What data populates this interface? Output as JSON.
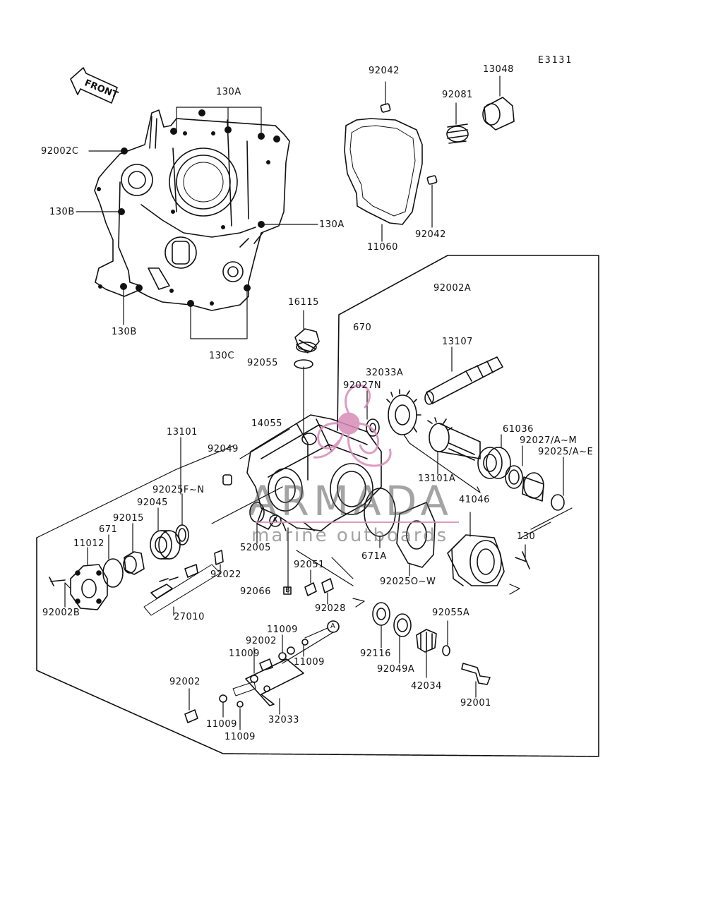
{
  "diagram": {
    "code": "E3131",
    "front_label": "FRONT",
    "callout_a": "A",
    "callout_b": "B"
  },
  "watermark": {
    "brand": "ARMADA",
    "tagline": "marine outboards"
  },
  "parts": {
    "p130A_top": "130A",
    "p92002C": "92002C",
    "p130B_left": "130B",
    "p130A_right": "130A",
    "p130B_bottom": "130B",
    "p130C": "130C",
    "p92042_top": "92042",
    "p92081": "92081",
    "p13048": "13048",
    "p92042_bottom": "92042",
    "p11060": "11060",
    "p16115": "16115",
    "p92055": "92055",
    "p92002A": "92002A",
    "p670": "670",
    "p13107": "13107",
    "p32033A": "32033A",
    "p92027N": "92027N",
    "p13101": "13101",
    "p14055": "14055",
    "p92049": "92049",
    "p61036": "61036",
    "p92027AM": "92027/A~M",
    "p92025AE": "92025/A~E",
    "p13101A": "13101A",
    "p92025FN": "92025F~N",
    "p92045": "92045",
    "p41046": "41046",
    "p92015": "92015",
    "p671": "671",
    "p11012": "11012",
    "p130": "130",
    "p52005": "52005",
    "p671A": "671A",
    "p92051": "92051",
    "p92022": "92022",
    "p92025OW": "92025O~W",
    "p92066": "92066",
    "p92002B": "92002B",
    "p92028": "92028",
    "p27010": "27010",
    "p92055A": "92055A",
    "p11009_a": "11009",
    "p92002_mid": "92002",
    "p11009_b": "11009",
    "p11009_c": "11009",
    "p92116": "92116",
    "p92049A": "92049A",
    "p42034": "42034",
    "p92002_low": "92002",
    "p92001": "92001",
    "p32033": "32033",
    "p11009_d": "11009",
    "p11009_e": "11009"
  }
}
